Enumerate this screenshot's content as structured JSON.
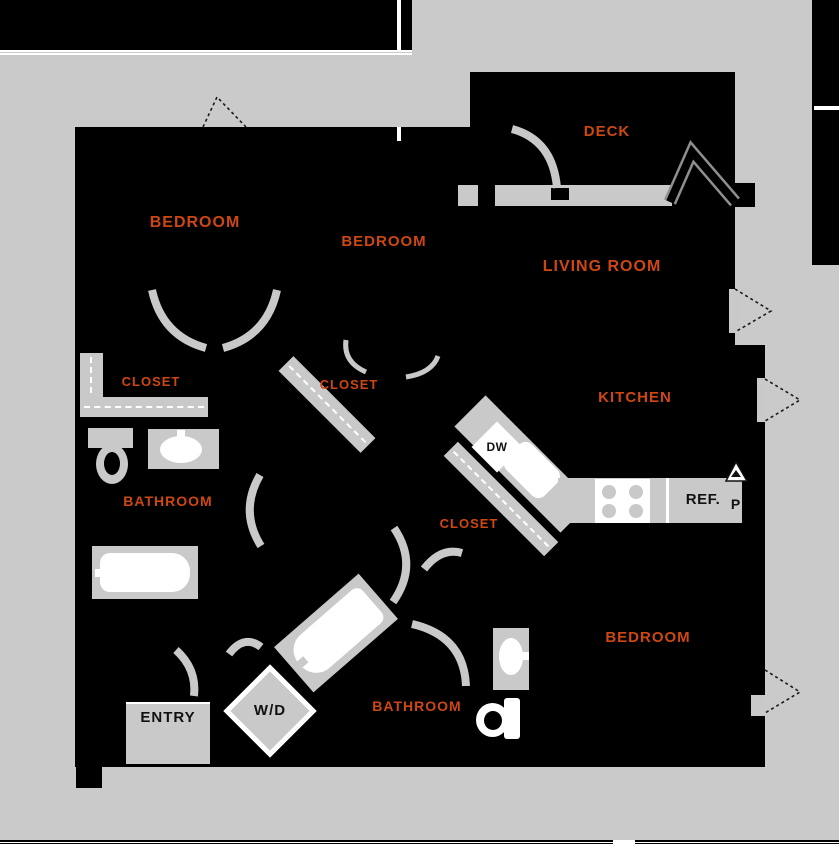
{
  "floor_plan": {
    "type": "apartment-floor-plan",
    "rooms": [
      {
        "id": "bedroom-top-left",
        "label": "BEDROOM"
      },
      {
        "id": "bedroom-top-middle",
        "label": "BEDROOM"
      },
      {
        "id": "living-room",
        "label": "LIVING ROOM"
      },
      {
        "id": "deck",
        "label": "DECK"
      },
      {
        "id": "kitchen",
        "label": "KITCHEN"
      },
      {
        "id": "closet-left",
        "label": "CLOSET"
      },
      {
        "id": "closet-middle",
        "label": "CLOSET"
      },
      {
        "id": "closet-hall",
        "label": "CLOSET"
      },
      {
        "id": "bathroom-left",
        "label": "BATHROOM"
      },
      {
        "id": "bathroom-middle",
        "label": "BATHROOM"
      },
      {
        "id": "bedroom-bottom-right",
        "label": "BEDROOM"
      }
    ],
    "fixtures": {
      "entry": "ENTRY",
      "washer_dryer": "W/D",
      "dishwasher": "DW",
      "refrigerator": "REF.",
      "pantry": "P"
    },
    "colors": {
      "background": "#CACACA",
      "walls_fill": "#000000",
      "fixture_gray": "#C9C9C9",
      "label_orange": "#CE4713",
      "detail_white": "#FFFFFF"
    }
  }
}
